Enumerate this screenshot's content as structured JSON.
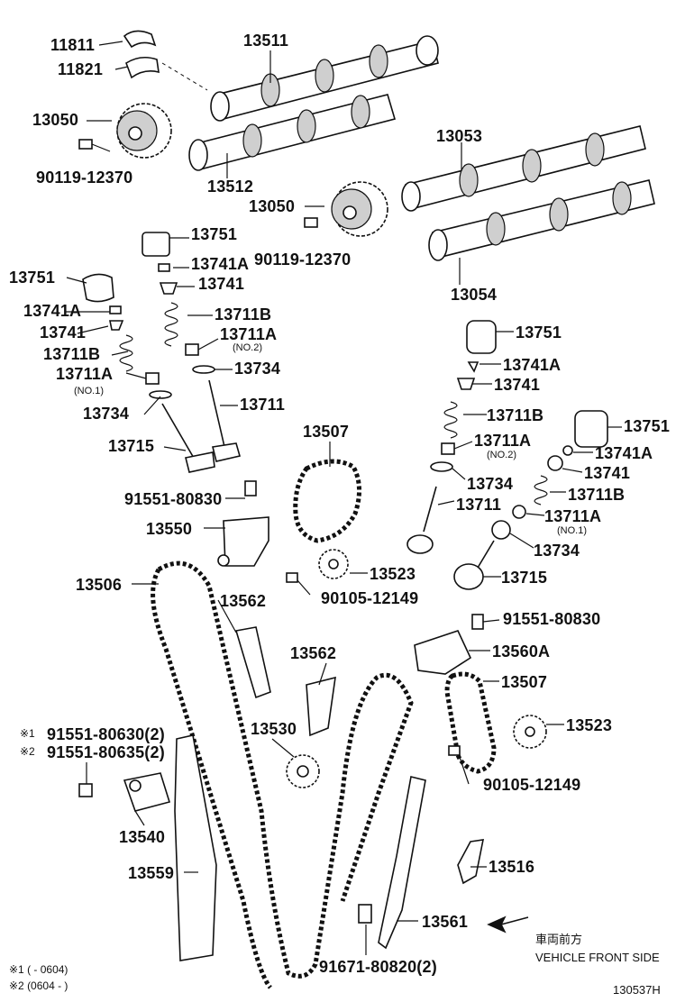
{
  "diagram": {
    "part_numbers": {
      "p11811": "11811",
      "p11821": "11821",
      "p13511": "13511",
      "p13050a": "13050",
      "p90119a": "90119-12370",
      "p13512": "13512",
      "p13053": "13053",
      "p13050b": "13050",
      "p90119b": "90119-12370",
      "p13054": "13054",
      "p13751a": "13751",
      "p13741Aa": "13741A",
      "p13741a": "13741",
      "p13711Ba": "13711B",
      "p13711Aa": "13711A",
      "p13711Aa_sub": "(NO.2)",
      "p13734a": "13734",
      "p13711a": "13711",
      "p13751b": "13751",
      "p13741Ab": "13741A",
      "p13741b": "13741",
      "p13711Bb": "13711B",
      "p13711Ab": "13711A",
      "p13711Ab_sub": "(NO.1)",
      "p13734b": "13734",
      "p13715a": "13715",
      "p13507a": "13507",
      "p91551a": "91551-80830",
      "p13550": "13550",
      "p13506": "13506",
      "p13523a": "13523",
      "p90105a": "90105-12149",
      "p13751c": "13751",
      "p13741Ac": "13741A",
      "p13741c": "13741",
      "p13711Bc": "13711B",
      "p13711Ac": "13711A",
      "p13711Ac_sub": "(NO.2)",
      "p13734c": "13734",
      "p13711b": "13711",
      "p13751d": "13751",
      "p13741Ad": "13741A",
      "p13741d": "13741",
      "p13711Bd": "13711B",
      "p13711Ad": "13711A",
      "p13711Ad_sub": "(NO.1)",
      "p13734d": "13734",
      "p13715b": "13715",
      "p13562a": "13562",
      "p13562b": "13562",
      "p91551b": "91551-80830",
      "p13560A": "13560A",
      "p13507b": "13507",
      "p13523b": "13523",
      "p13530": "13530",
      "p90105b": "90105-12149",
      "p91551c": "91551-80630(2)",
      "p91551c_mark": "※1",
      "p91551d": "91551-80635(2)",
      "p91551d_mark": "※2",
      "p13540": "13540",
      "p13559": "13559",
      "p13516": "13516",
      "p13561": "13561",
      "p91671": "91671-80820(2)"
    },
    "front_jp": "車両前方",
    "front_en": "VEHICLE FRONT SIDE",
    "footnote1": "※1 (       - 0604)",
    "footnote2": "※2 (0604 -       )",
    "illustration_id": "130537H"
  }
}
